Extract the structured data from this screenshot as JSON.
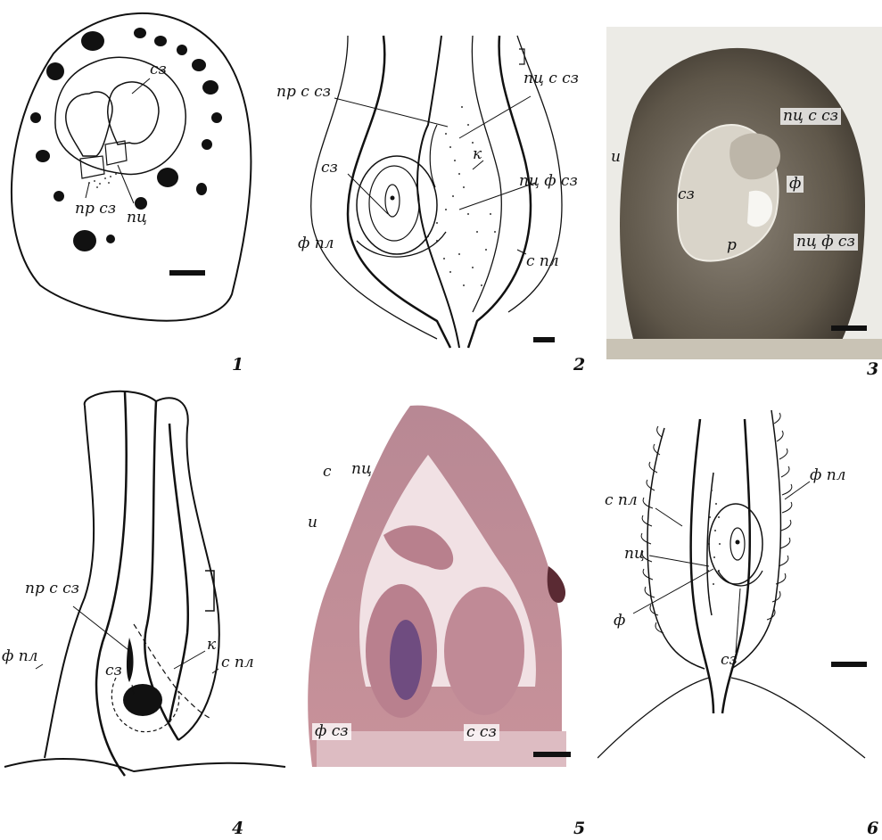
{
  "figure": {
    "panels": [
      {
        "number": "1",
        "labels": {
          "sz": "сз",
          "pr_sz": "пр сз",
          "pc": "пц"
        }
      },
      {
        "number": "2",
        "labels": {
          "pr_s_sz": "пр с сз",
          "pc_s_sz": "пц с сз",
          "k": "к",
          "sz": "сз",
          "pc_f_sz": "пц ф сз",
          "f_pl": "ф пл",
          "s_pl": "с пл"
        }
      },
      {
        "number": "3",
        "labels": {
          "pc_s_sz": "пц с сз",
          "i": "и",
          "sz": "сз",
          "f": "ф",
          "r": "р",
          "pc_f_sz": "пц ф сз"
        }
      },
      {
        "number": "4",
        "labels": {
          "pr_s_sz": "пр с сз",
          "f_pl": "ф пл",
          "sz": "сз",
          "k": "к",
          "s_pl": "с пл"
        }
      },
      {
        "number": "5",
        "labels": {
          "s": "с",
          "pc": "пц",
          "i": "и",
          "f_sz": "ф сз",
          "s_sz": "с сз"
        }
      },
      {
        "number": "6",
        "labels": {
          "s_pl": "с пл",
          "f_pl": "ф пл",
          "pc": "пц",
          "f": "ф",
          "sz": "сз"
        }
      }
    ]
  },
  "colors": {
    "ink": "#111111",
    "micro_dark": "#4a423a",
    "micro_stain": "#b56a7a"
  }
}
